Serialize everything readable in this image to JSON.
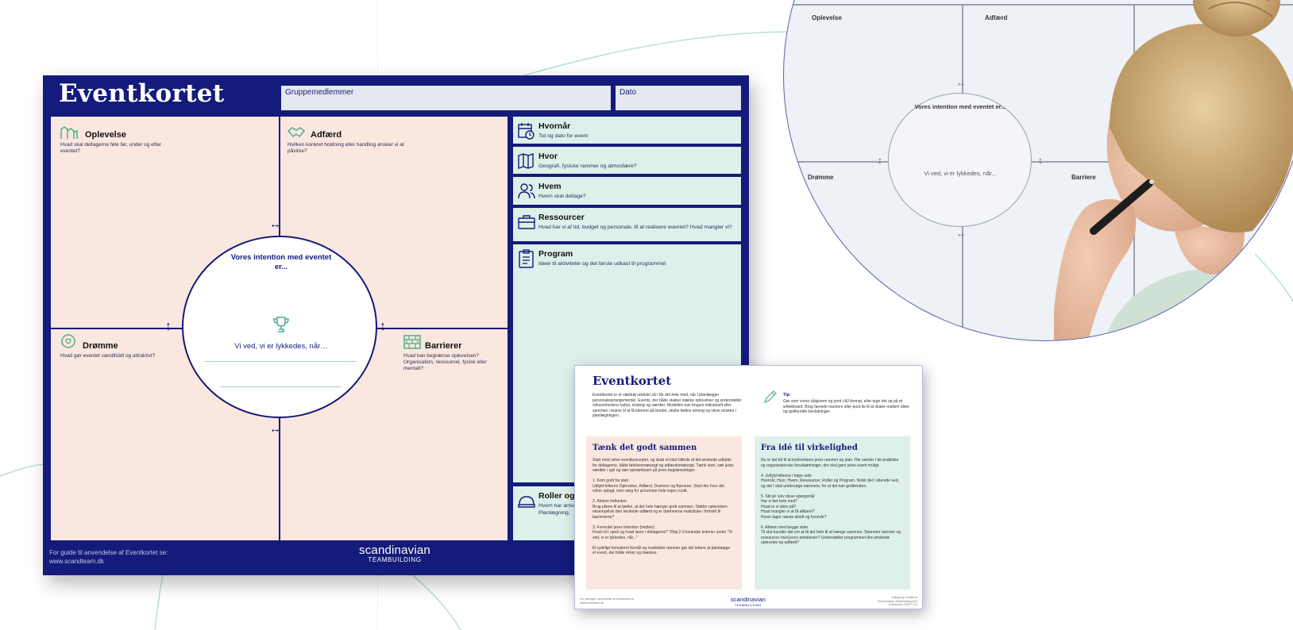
{
  "board": {
    "title": "Eventkortet",
    "header": {
      "group_members_label": "Gruppemedlemmer",
      "date_label": "Dato"
    },
    "quadrants": {
      "oplevelse": {
        "title": "Oplevelse",
        "subtitle": "Hvad skal deltagerne føle før, under og efter eventet?",
        "icon": "experience-icon"
      },
      "adfaerd": {
        "title": "Adfærd",
        "subtitle": "Hvilken konkret holdning eller handling ønsker vi at påvirke?",
        "icon": "handshake-icon"
      },
      "droemme": {
        "title": "Drømme",
        "subtitle": "Hvad gør eventet værdifuldt og attraktivt?",
        "icon": "heart-speech-icon"
      },
      "barrierer": {
        "title": "Barrierer",
        "subtitle": "Hvad kan begrænse oplevelsen? Organisation, ressourcer, fysisk eller mentalt?",
        "icon": "brick-wall-icon"
      }
    },
    "intention": {
      "title": "Vores intention med eventet er...",
      "text": "Vi ved, vi er lykkedes, når…",
      "icon": "trophy-icon"
    },
    "right_panels": [
      {
        "title": "Hvornår",
        "subtitle": "Tid og dato for event",
        "icon": "calendar-clock-icon"
      },
      {
        "title": "Hvor",
        "subtitle": "Geografi, fysiske rammer og atmosfære?",
        "icon": "map-icon"
      },
      {
        "title": "Hvem",
        "subtitle": "Hvem skal deltage?",
        "icon": "people-icon"
      },
      {
        "title": "Ressourcer",
        "subtitle": "Hvad har vi af tid, budget og personale, til at realisere eventet? Hvad mangler vi?",
        "icon": "briefcase-icon"
      },
      {
        "title": "Program",
        "subtitle": "Ideer til aktiviteter og det første udkast til programmet",
        "icon": "clipboard-icon"
      },
      {
        "title": "Roller og",
        "subtitle": "Hvem har ansv\nPlanlægning,",
        "icon": "hard-hat-icon"
      }
    ],
    "footer": {
      "guide_text_1": "For guide til anvendelse af Eventkortet se:",
      "guide_text_2": "www.scandteam.dk",
      "logo_line1": "scandinavian",
      "logo_line2": "TEAMBUILDING"
    }
  },
  "guide": {
    "title": "Eventkortet",
    "intro": "Eventkortet er et værktøj udviklet så I får det hele med, når I planlægger personalearrangementer. Events, der både skaber stærke oplevelser og understøtter virksomhedens kultur, strategi og værdier. Modellen kan bruges individuelt eller sammen i teams til at få idéerne på bordet, skabe fælles retning og skive struktur i planlægningen.",
    "tip_title": "Tip:",
    "tip_text": "Gør som vores rådgivere og print i A2-format, eller tegn det op på et whiteboard. Brug farvede markers eller post-its til at skabe realism idéer og godkendte beslutninger.",
    "box_left": {
      "title": "Tænk det godt sammen",
      "text": "Start med selve eventkonceptet, og skab et klart billede af det ønskede udbytte for deltagerne, både følelsesmæssigt og adfærdsmæssigt. Tænk stort, sæt jeres værdier i spil og vær opmærksom på jeres begrænsninger.\n\n1.  Kom godt fra start\nUdfyld felterne Oplevelse, Adfærd, Drømme og Barrierer. Start der hvor det virker oplagt, men sørg for at komme hele vejen rundt.\n\n2. Afstem helheden\nBrug pilene til at tjekke, at det hele hænger godt sammen. Støtter oplevelsen eksempelvis den ønskede adfærd og er drømmene realistiske i forhold til barriererne?\n\n3. Formulér jeres intention (midten)\nHvad vil I opnå og hvad laver I deltagerne? Tilføj 2-3 konkrete kriterier under \"Vi ved, vi er lykkedes, når...\"\n\nEt tydeligt formuleret formål og realistiske rammer gør det lettere at planlægge et event, der både virker og mærkes."
    },
    "box_right": {
      "title": "Fra idé til virkelighed",
      "text": "Nu er det tid til at konkretisere jeres rammer og plan. Her samler I de praktiske og organisatoriske forudsætninger, der skal gøre jeres event muligt.\n\n4. Udfyld felterne i højre side\nHvornår, Hvor, Hvem, Ressourcer, Roller og Program. Notér det I allerede ved, og det I skal undersøge nærmere, for at det kan godkendes.\n\n5. Stil jer selv disse spørgsmål\nHar vi det hele med?\nHvad er vi sikre på?\nHvad mangler vi at få afklaret?\nHvem tager næste skridt og hvornår?\n\n6. Afstem med begge sider\nTil slut handler det om at få det hele til at hænge sammen. Stemmer rammer og ressourcer med jeres ambitioner? Understøtter programmet den ønskede oplevelse og adfærd?"
    },
    "footer_left": "For yderligere anvendelse af Eventkortet se:\nwww.scandteam.dk",
    "footer_right": "Indtagt og udviklet af\nScandinavian Teambuilding ApS\nEventkortet 2025 © 1.0",
    "logo_line1": "scandinavian",
    "logo_line2": "TEAMBUILDING"
  },
  "photo": {
    "labels": {
      "oplevelse": "Oplevelse",
      "adfaerd": "Adfærd",
      "droemme": "Drømme",
      "barrierer": "Barriere"
    },
    "intention_title": "Vores intention med eventet er...",
    "intention_text": "Vi ved, vi er lykkedes, når..."
  },
  "colors": {
    "navy": "#141b7a",
    "pink": "#fae7df",
    "mint": "#ddf0ea",
    "header_box": "#e3e8f1",
    "accent_green": "#4caf8a"
  }
}
